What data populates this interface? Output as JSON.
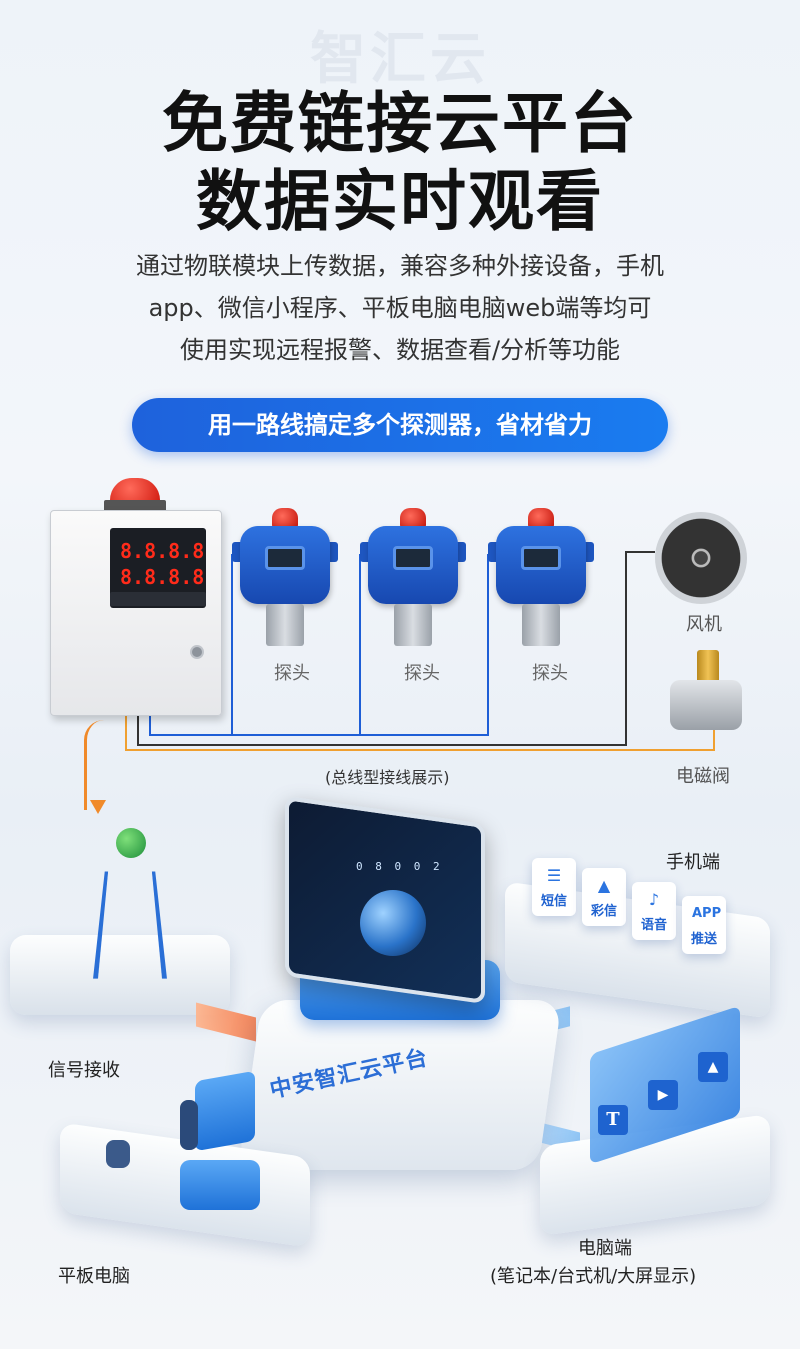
{
  "header": {
    "watermark": "智汇云",
    "title_line1": "免费链接云平台",
    "title_line2": "数据实时观看",
    "description": [
      "通过物联模块上传数据，兼容多种外接设备，手机",
      "app、微信小程序、平板电脑电脑web端等均可",
      "使用实现远程报警、数据查看/分析等功能"
    ],
    "pill": "用一路线搞定多个探测器，省材省力"
  },
  "wiring": {
    "panel_led_top": "8.8.8.8",
    "panel_led_bottom": "8.8.8.8",
    "probes": [
      "探头",
      "探头",
      "探头"
    ],
    "fan_label": "风机",
    "valve_label": "电磁阀",
    "bus_caption": "(总线型接线展示)",
    "colors": {
      "bus_blue": "#1e5ed6",
      "bus_orange": "#f0a030",
      "bus_dark": "#333333"
    }
  },
  "platform": {
    "label": "中安智汇云平台",
    "counter": "0 8 0 0 2"
  },
  "endpoints": {
    "signal": "信号接收",
    "phone_title": "手机端",
    "phone_cards": [
      {
        "icon": "message-lines-icon",
        "label": "短信"
      },
      {
        "icon": "image-icon",
        "label": "彩信"
      },
      {
        "icon": "microphone-icon",
        "label": "语音"
      },
      {
        "icon": "app-icon",
        "label": "推送",
        "badge": "APP"
      }
    ],
    "tablet": "平板电脑",
    "pc_title": "电脑端",
    "pc_subtitle": "(笔记本/台式机/大屏显示)"
  }
}
